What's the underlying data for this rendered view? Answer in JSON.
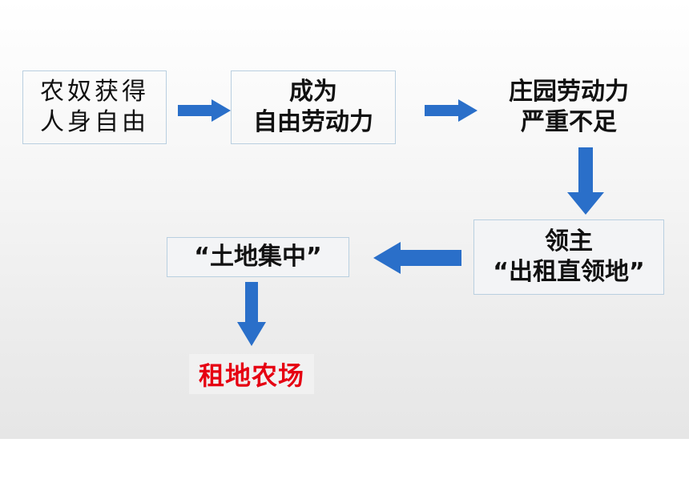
{
  "diagram": {
    "nodes": {
      "serfs_freedom": {
        "line1": "农奴获得",
        "line2": "人身自由"
      },
      "free_labor": {
        "line1": "成为",
        "line2": "自由劳动力"
      },
      "labor_shortage": {
        "line1": "庄园劳动力",
        "line2": "严重不足"
      },
      "lords_lease": {
        "line1": "领主",
        "line2": "“出租直领地”"
      },
      "land_concentration": {
        "label": "“土地集中”"
      },
      "tenant_farms": {
        "label": "租地农场"
      }
    },
    "colors": {
      "arrow": "#2a6fc9",
      "box_border": "#b9cfe0",
      "result_text": "#e60012"
    }
  }
}
